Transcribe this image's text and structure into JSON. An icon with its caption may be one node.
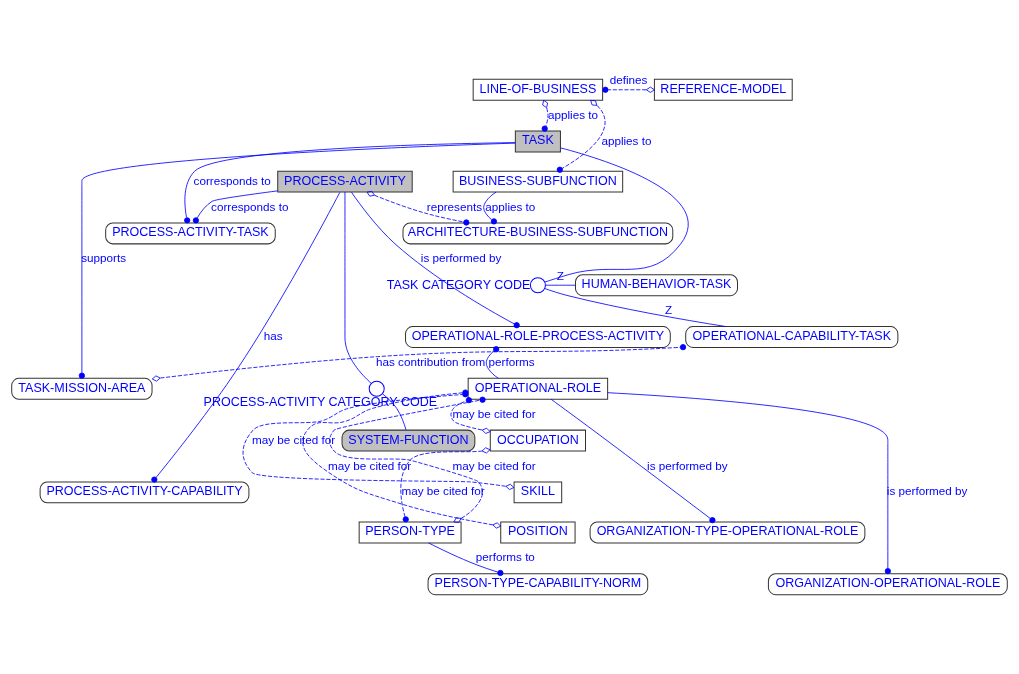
{
  "diagram": {
    "nodes": [
      {
        "text": [
          "LINE-OF-BUSINESS"
        ]
      },
      {
        "text": [
          "REFERENCE-MODEL"
        ]
      },
      {
        "text": [
          "TASK"
        ]
      },
      {
        "text": [
          "BUSINESS-SUBFUNCTION"
        ]
      },
      {
        "text": [
          "PROCESS-ACTIVITY"
        ]
      },
      {
        "text": [],
        "shape": "circle",
        "beside": [
          "TASK CATEGORY CODE"
        ]
      },
      {
        "text": [
          "HUMAN-BEHAVIOR-TASK"
        ]
      },
      {
        "text": [
          "ARCHITECTURE-BUSINESS-SUBFUNCTION"
        ]
      },
      {
        "text": [
          "PROCESS-ACTIVITY-TASK"
        ]
      },
      {
        "text": [
          "OPERATIONAL-CAPABILITY-TASK"
        ]
      },
      {
        "text": [
          "OPERATIONAL-ROLE-PROCESS-ACTIVITY"
        ]
      },
      {
        "text": [],
        "shape": "circle",
        "beside": [
          "PROCESS-ACTIVITY CATEGORY CODE"
        ]
      },
      {
        "text": [
          "TASK-MISSION-AREA"
        ]
      },
      {
        "text": [
          "OPERATIONAL-ROLE"
        ]
      },
      {
        "text": [
          "SYSTEM-FUNCTION"
        ]
      },
      {
        "text": [
          "OCCUPATION"
        ]
      },
      {
        "text": [
          "SKILL"
        ]
      },
      {
        "text": [
          "PROCESS-ACTIVITY-CAPABILITY"
        ]
      },
      {
        "text": [
          "POSITION"
        ]
      },
      {
        "text": [
          "ORGANIZATION-TYPE-OPERATIONAL-ROLE"
        ]
      },
      {
        "text": [
          "PERSON-TYPE"
        ]
      },
      {
        "text": [
          "ORGANIZATION-OPERATIONAL-ROLE"
        ]
      },
      {
        "text": [
          "PERSON-TYPE-CAPABILITY-NORM"
        ]
      }
    ],
    "edges": [
      {
        "from": 1,
        "to": 0,
        "arrow": "other",
        "label": "defines",
        "style": "dashed"
      },
      {
        "from": 0,
        "to": 2,
        "arrow": "other",
        "label": "applies to",
        "style": "dashed"
      },
      {
        "from": 0,
        "to": 3,
        "arrow": "other",
        "label": "applies to",
        "style": "dashed"
      },
      {
        "from": 3,
        "to": 7,
        "arrow": "other",
        "label": "applies to"
      },
      {
        "from": 4,
        "to": 7,
        "arrow": "other",
        "label": "represents",
        "style": "dashed"
      },
      {
        "from": 4,
        "to": 8,
        "arrow": "other",
        "label": "corresponds to"
      },
      {
        "from": 2,
        "to": 8,
        "arrow": "other",
        "label": "corresponds to"
      },
      {
        "from": 2,
        "to": 5,
        "arrow": "none"
      },
      {
        "from": 5,
        "to": 6,
        "arrow": "none",
        "label": "Z"
      },
      {
        "from": 5,
        "to": 9,
        "arrow": "none",
        "label": "Z"
      },
      {
        "from": 2,
        "to": 12,
        "arrow": "other",
        "label": "supports"
      },
      {
        "from": 12,
        "to": 9,
        "arrow": "other",
        "label": "has contribution from",
        "style": "dashed"
      },
      {
        "from": 4,
        "to": 10,
        "arrow": "other",
        "label": "is performed by"
      },
      {
        "from": 4,
        "to": 11,
        "arrow": "none"
      },
      {
        "from": 11,
        "to": 14,
        "arrow": "none"
      },
      {
        "from": 4,
        "to": 17,
        "arrow": "other",
        "label": "has"
      },
      {
        "from": 13,
        "to": 10,
        "arrow": "other",
        "label": "performs"
      },
      {
        "from": 13,
        "to": 19,
        "arrow": "other",
        "label": "is performed by"
      },
      {
        "from": 13,
        "to": 21,
        "arrow": "other",
        "label": "is performed by"
      },
      {
        "from": 15,
        "to": 13,
        "arrow": "other",
        "label": "may be cited for",
        "style": "dashed"
      },
      {
        "from": 16,
        "to": 13,
        "arrow": "other",
        "label": "may be cited for",
        "style": "dashed"
      },
      {
        "from": 20,
        "to": 13,
        "arrow": "other",
        "label": "may be cited for",
        "style": "dashed"
      },
      {
        "from": 18,
        "to": 13,
        "arrow": "other",
        "label": "may be cited for",
        "style": "dashed"
      },
      {
        "from": 15,
        "to": 20,
        "arrow": "other",
        "label": "may be cited for",
        "style": "dashed"
      },
      {
        "from": 20,
        "to": 22,
        "arrow": "other",
        "label": "performs to"
      }
    ]
  }
}
